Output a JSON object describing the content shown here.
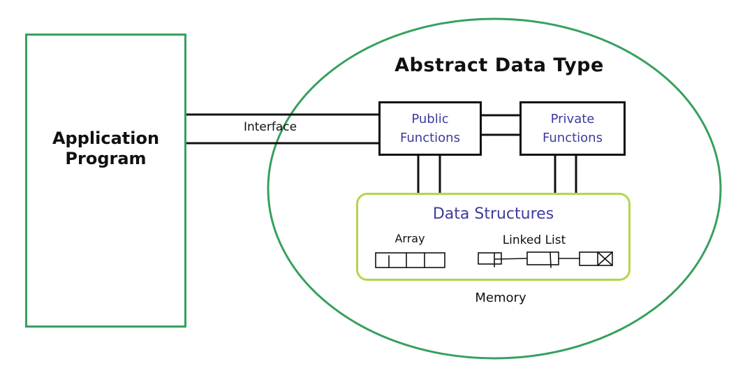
{
  "colors": {
    "green": "#36a05e",
    "yellow_green": "#b2d649",
    "blue": "#3b3b9d",
    "ink": "#101010",
    "bg": "#ffffff"
  },
  "diagram": {
    "title": "Abstract Data Type",
    "application_program": {
      "label": "Application Program"
    },
    "interface_label": "Interface",
    "public_functions": {
      "label": "Public Functions"
    },
    "private_functions": {
      "label": "Private Functions"
    },
    "data_structures": {
      "title": "Data Structures",
      "array_label": "Array",
      "array_cells": 4,
      "linked_list_label": "Linked List",
      "linked_list_nodes": 3
    },
    "memory_label": "Memory"
  }
}
